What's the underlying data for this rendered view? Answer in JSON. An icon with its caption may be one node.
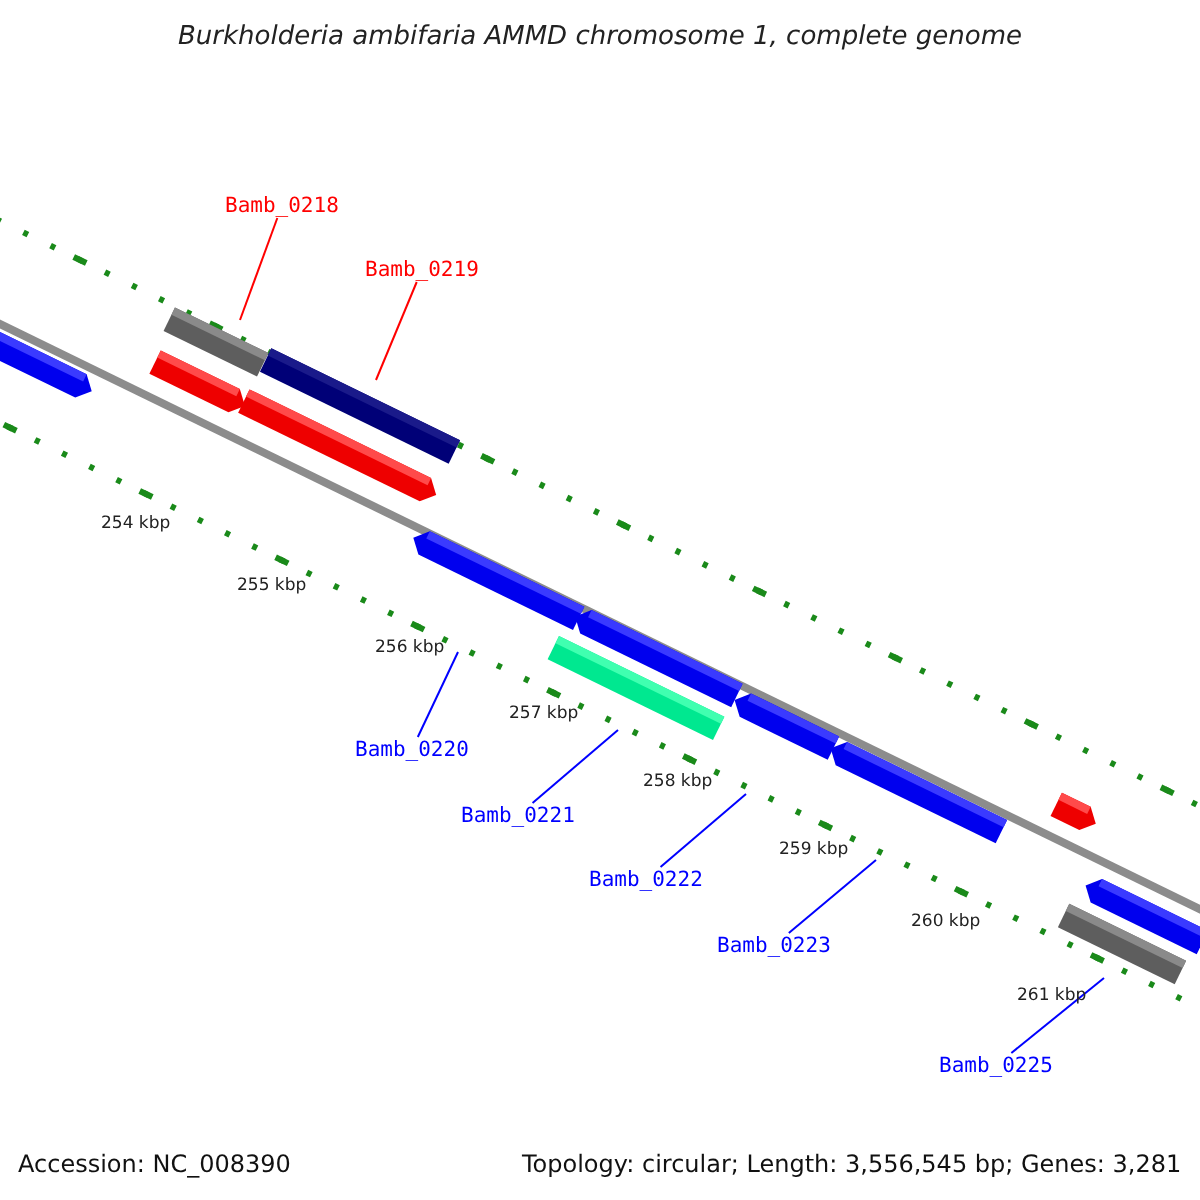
{
  "diagram": {
    "title": "Burkholderia ambifaria AMMD chromosome 1, complete genome",
    "nodes": [
      {
        "text": [
          "Bamb_0218"
        ]
      },
      {
        "text": [
          "Bamb_0219"
        ]
      },
      {
        "text": [
          "Bamb_0220"
        ]
      },
      {
        "text": [
          "Bamb_0221"
        ]
      },
      {
        "text": [
          "Bamb_0222"
        ]
      },
      {
        "text": [
          "Bamb_0223"
        ]
      },
      {
        "text": [
          "Bamb_0225"
        ]
      },
      {
        "text": [],
        "shape": "arrow"
      },
      {
        "text": [],
        "shape": "arrow"
      },
      {
        "text": [],
        "shape": "bar"
      },
      {
        "text": [],
        "shape": "arrow"
      },
      {
        "text": [],
        "shape": "bar"
      },
      {
        "text": [],
        "shape": "arrow"
      },
      {
        "text": [],
        "shape": "bar"
      },
      {
        "text": [],
        "shape": "arrow"
      },
      {
        "text": [],
        "shape": "arrow"
      },
      {
        "text": [],
        "shape": "arrow"
      },
      {
        "text": [],
        "shape": "arrow"
      },
      {
        "text": [],
        "shape": "bar"
      },
      {
        "text": [],
        "shape": "arrow"
      }
    ],
    "edges": [
      {
        "from": 0,
        "to": 9,
        "arrow": "none",
        "color": "#ff0000"
      },
      {
        "from": 1,
        "to": 11,
        "arrow": "none",
        "color": "#ff0000"
      },
      {
        "from": 2,
        "to": 12,
        "arrow": "none"
      },
      {
        "from": 3,
        "to": 13,
        "arrow": "none"
      },
      {
        "from": 4,
        "to": 15,
        "arrow": "none"
      },
      {
        "from": 5,
        "to": 16,
        "arrow": "none"
      },
      {
        "from": 6,
        "to": 18,
        "arrow": "none"
      }
    ],
    "labels": [
      "254 kbp",
      "255 kbp",
      "256 kbp",
      "257 kbp",
      "258 kbp",
      "259 kbp",
      "260 kbp",
      "261 kbp",
      "Accession: NC_008390",
      "Topology: circular; Length: 3,556,545 bp; Genes: 3,281"
    ]
  }
}
